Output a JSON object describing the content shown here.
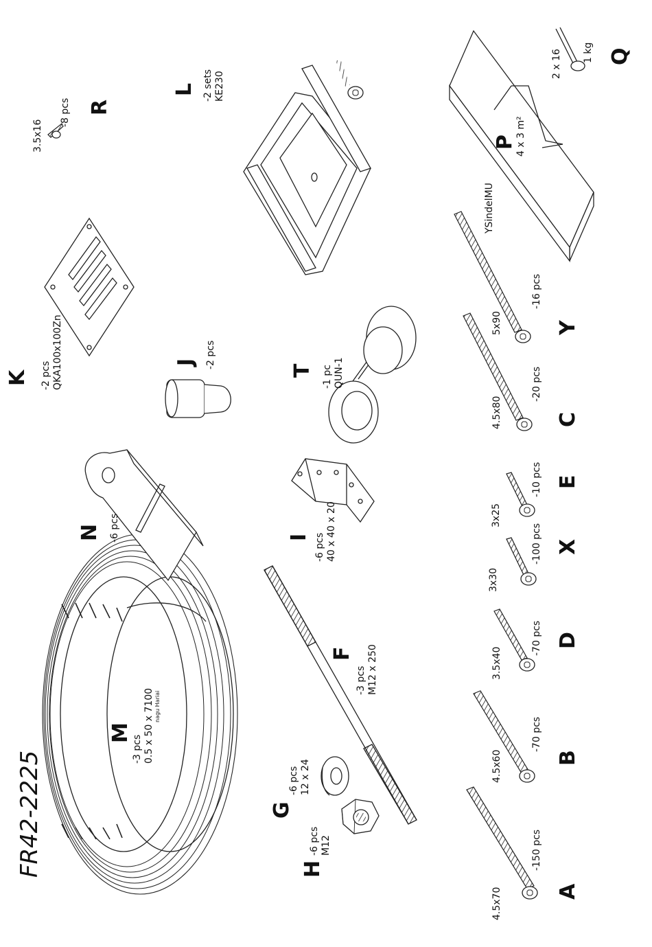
{
  "model_code": "FR42-2225",
  "items": {
    "A": {
      "letter": "A",
      "size": "4.5x70",
      "qty": "-150 pcs"
    },
    "B": {
      "letter": "B",
      "size": "4.5x60",
      "qty": "-70 pcs"
    },
    "C": {
      "letter": "C",
      "size": "4.5x80",
      "qty": "-20 pcs"
    },
    "D": {
      "letter": "D",
      "size": "3.5x40",
      "qty": "-70 pcs"
    },
    "E": {
      "letter": "E",
      "size": "3x25",
      "qty": "-10 pcs"
    },
    "F": {
      "letter": "F",
      "qty": "-3 pcs",
      "size": "M12 x 250"
    },
    "G": {
      "letter": "G",
      "qty": "-6 pcs",
      "size": "12 x 24"
    },
    "H": {
      "letter": "H",
      "qty": "-6 pcs",
      "size": "M12"
    },
    "I": {
      "letter": "I",
      "qty": "-6 pcs",
      "size": "40 x 40 x 20"
    },
    "J": {
      "letter": "J",
      "qty": "-2 pcs"
    },
    "K": {
      "letter": "K",
      "qty": "-2 pcs",
      "code": "QKA100x100Zn"
    },
    "L": {
      "letter": "L",
      "qty": "-2 sets",
      "code": "KE230"
    },
    "M": {
      "letter": "M",
      "qty": "-3 pcs",
      "size": "0.5 x 50 x 7100",
      "note": "nagu Hariai"
    },
    "N": {
      "letter": "N",
      "qty": "-6 pcs"
    },
    "P": {
      "letter": "P",
      "size": "4 x 3 m²",
      "brand": "YSindelMU"
    },
    "Q": {
      "letter": "Q",
      "size": "2 x 16",
      "qty": "1 kg"
    },
    "R": {
      "letter": "R",
      "size": "3.5x16",
      "qty": "-8 pcs"
    },
    "T": {
      "letter": "T",
      "qty": "-1 pc",
      "code": "QUN-1"
    },
    "X": {
      "letter": "X",
      "size": "3x30",
      "qty": "-100 pcs"
    },
    "Y": {
      "letter": "Y",
      "size": "5x90",
      "qty": "-16 pcs"
    }
  }
}
